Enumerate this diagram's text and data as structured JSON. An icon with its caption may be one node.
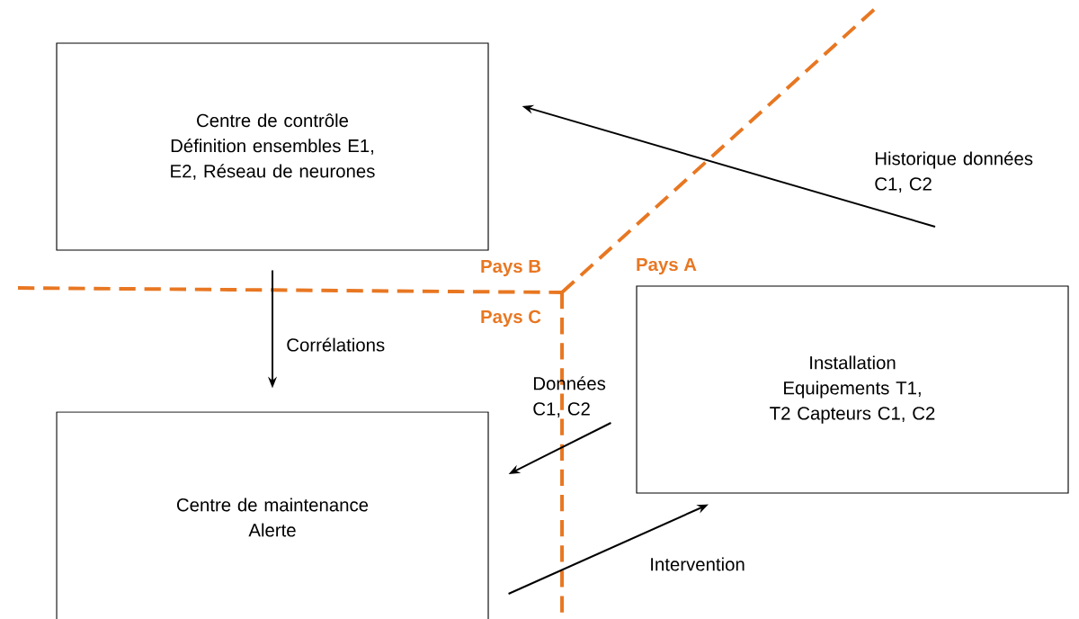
{
  "diagram": {
    "nodes": [
      {
        "text": [
          "Centre de contrôle",
          "Définition ensembles E1, E2, Réseau de neurones"
        ]
      },
      {
        "text": [
          "Installation",
          "Equipements T1, T2 Capteurs C1, C2"
        ]
      },
      {
        "text": [
          "Centre de maintenance",
          "Alerte"
        ]
      }
    ],
    "edges": [
      {
        "from": null,
        "to": 0,
        "arrow": "to",
        "label": "Historique données C1, C2"
      },
      {
        "from": 0,
        "to": 2,
        "arrow": "to",
        "label": "Corrélations"
      },
      {
        "from": 1,
        "to": 2,
        "arrow": "to",
        "label": "Données C1, C2"
      },
      {
        "from": 2,
        "to": 1,
        "arrow": "to",
        "label": "Intervention"
      }
    ],
    "labels": [
      "Pays B",
      "Pays A",
      "Pays C"
    ]
  }
}
